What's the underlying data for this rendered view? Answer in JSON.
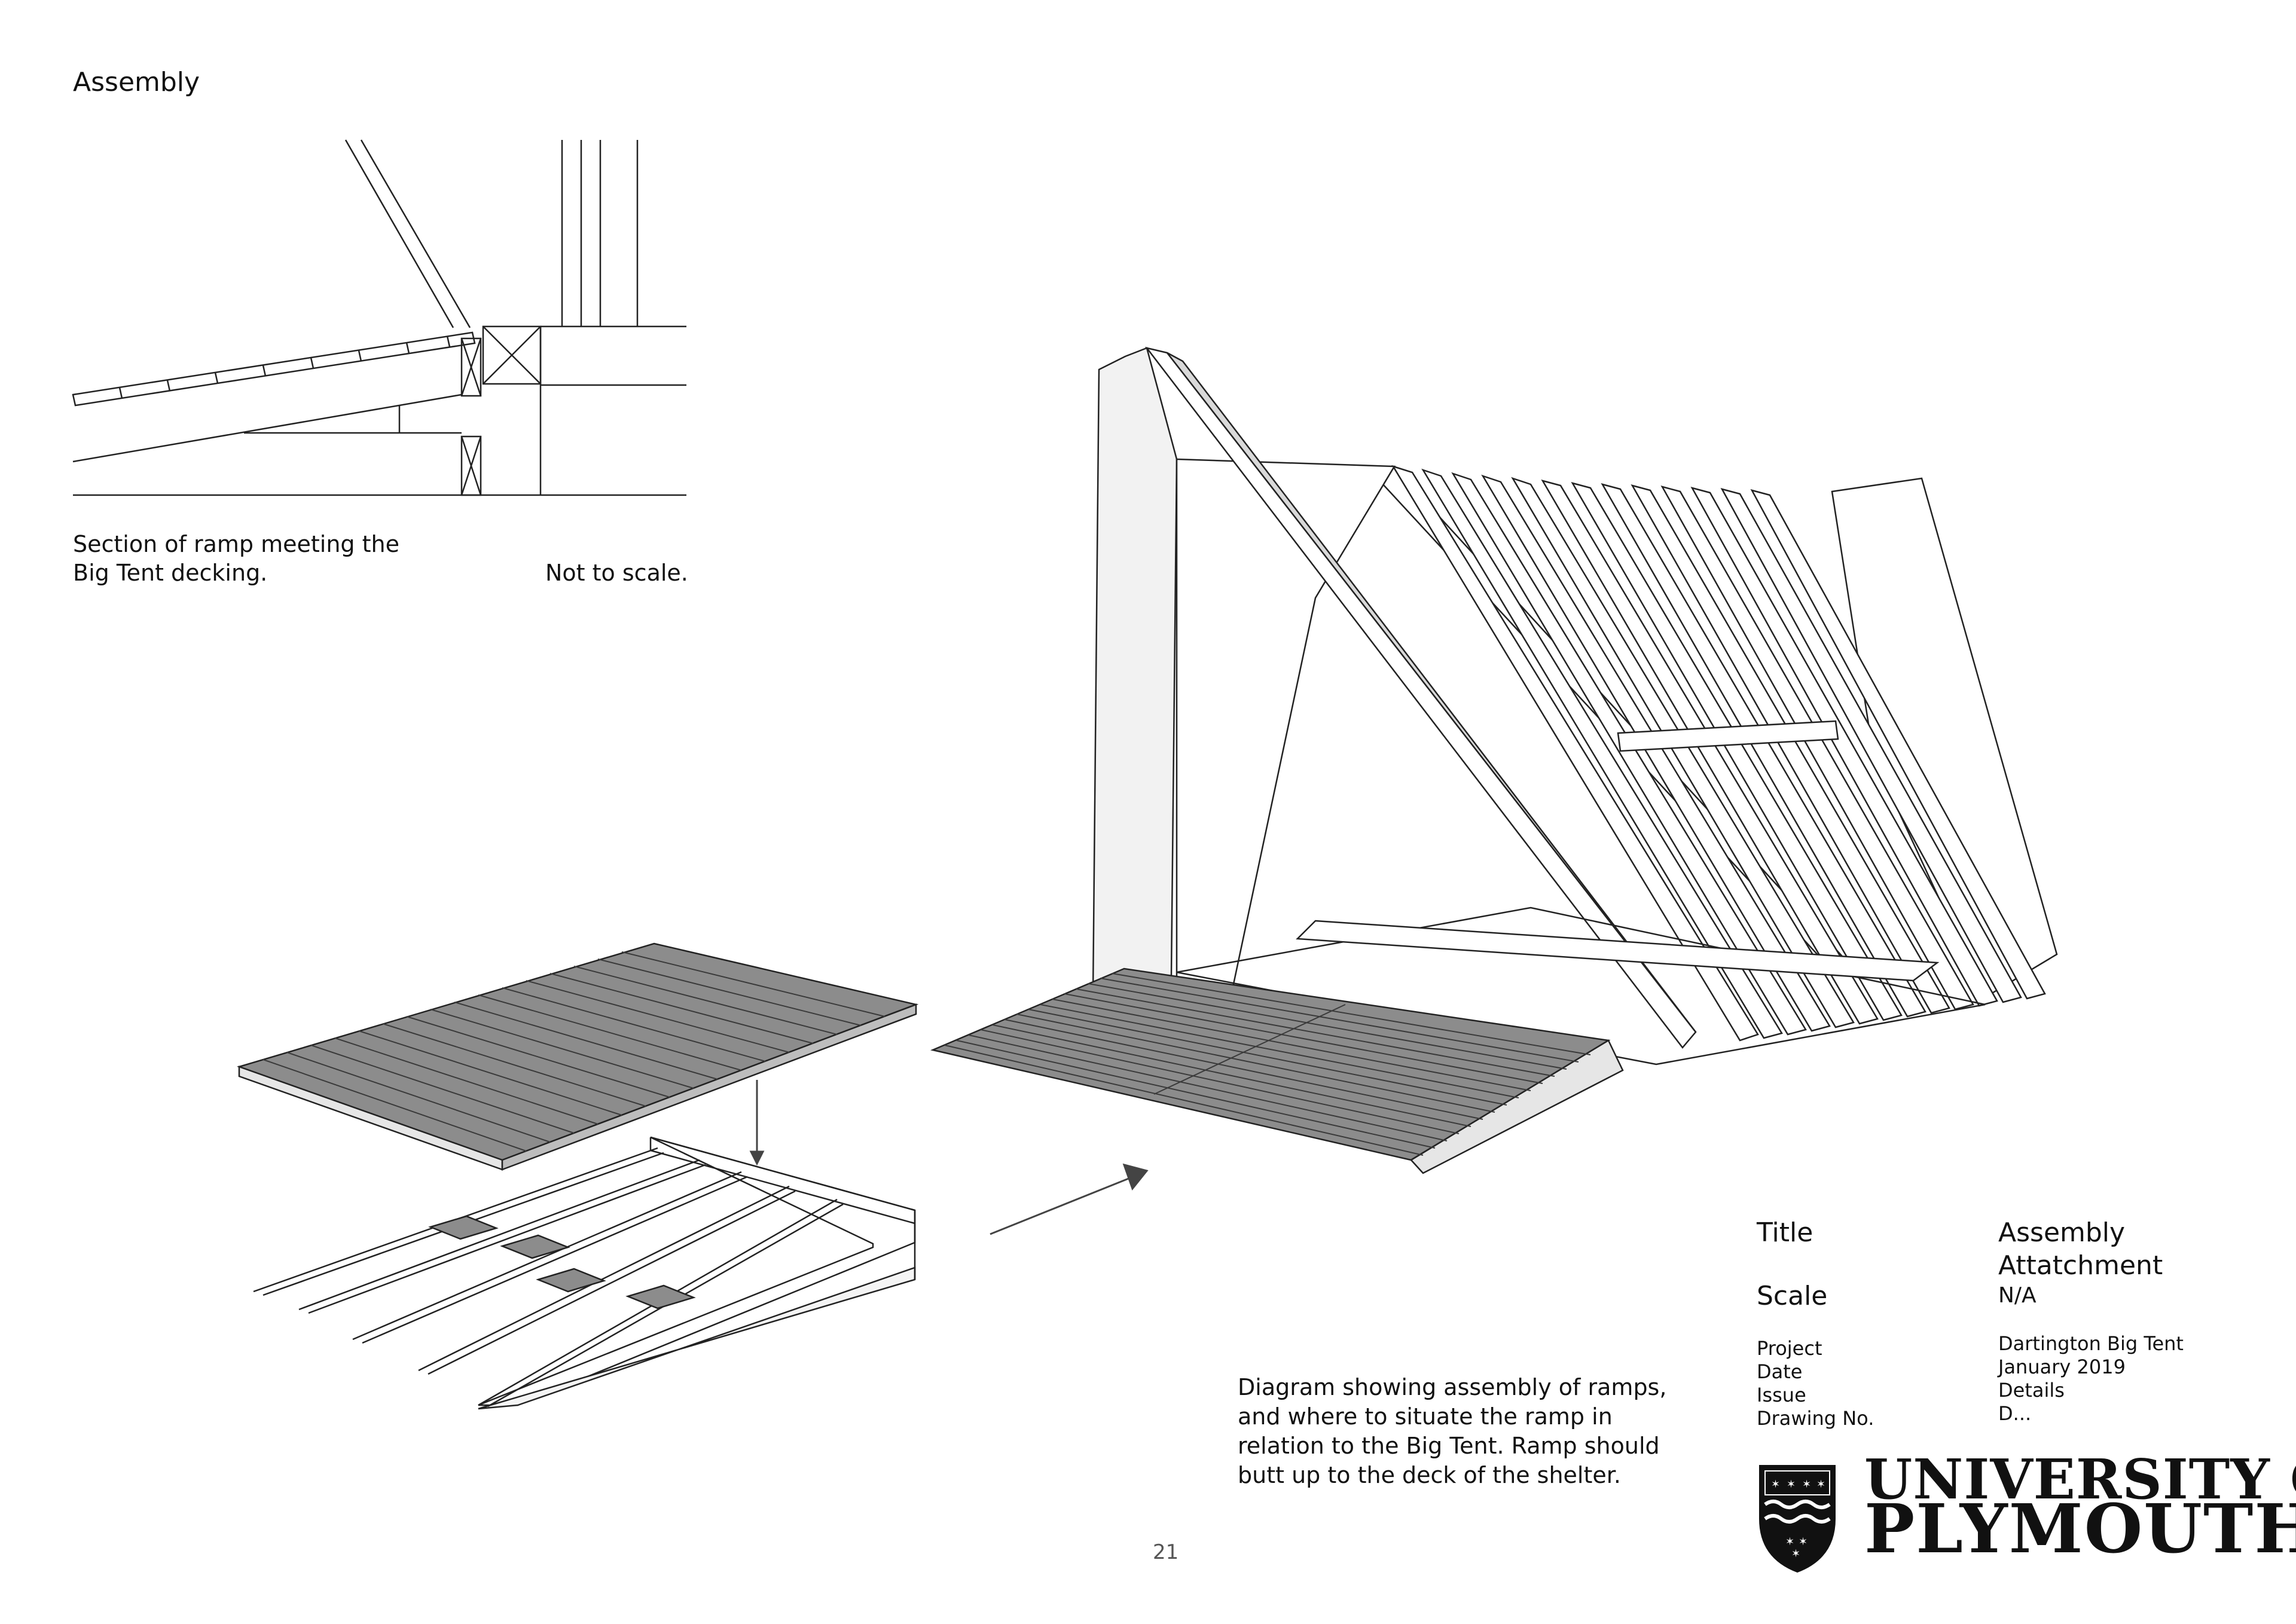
{
  "heading": "Assembly",
  "section_caption": [
    "Section of ramp meeting the",
    "Big Tent decking."
  ],
  "not_to_scale": "Not to scale.",
  "assembly_description": [
    "Diagram showing assembly of ramps,",
    "and where to situate the ramp in",
    "relation to the Big Tent. Ramp should",
    "butt up to the deck of the shelter."
  ],
  "page_number": "21",
  "title_block": {
    "title_label": "Title",
    "title_value": [
      "Assembly",
      "Attatchment"
    ],
    "scale_label": "Scale",
    "scale_value": "N/A",
    "rows": [
      {
        "label": "Project",
        "value": "Dartington Big Tent"
      },
      {
        "label": "Date",
        "value": "January 2019"
      },
      {
        "label": "Issue",
        "value": "Details"
      },
      {
        "label": "Drawing No.",
        "value": "D..."
      }
    ]
  },
  "university": {
    "line1": "UNIVERSITY OF",
    "line2": "PLYMOUTH",
    "crest_icon": "university-crest-icon"
  },
  "colors": {
    "line": "#222222",
    "decking_fill": "#8c8c8c",
    "light_fill": "#e6e6e6"
  }
}
